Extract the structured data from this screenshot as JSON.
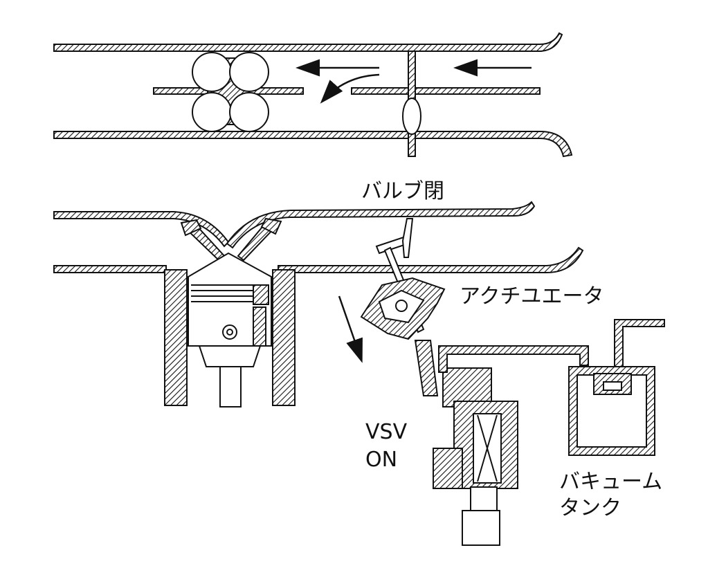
{
  "labels": {
    "valve_closed": "バルブ閉",
    "actuator": "アクチユエータ",
    "vsv_line1": "VSV",
    "vsv_line2": "ON",
    "vacuum_tank_line1": "バキューム",
    "vacuum_tank_line2": "タンク"
  },
  "colors": {
    "ink": "#111111",
    "paper": "#ffffff"
  }
}
